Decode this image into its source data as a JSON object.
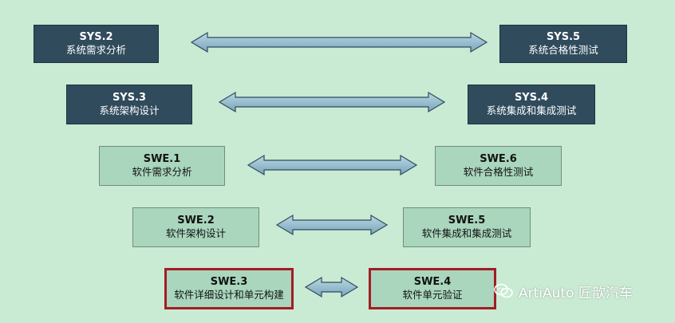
{
  "boxes": {
    "sys2": {
      "code": "SYS.2",
      "name": "系统需求分析"
    },
    "sys5": {
      "code": "SYS.5",
      "name": "系统合格性测试"
    },
    "sys3": {
      "code": "SYS.3",
      "name": "系统架构设计"
    },
    "sys4": {
      "code": "SYS.4",
      "name": "系统集成和集成测试"
    },
    "swe1": {
      "code": "SWE.1",
      "name": "软件需求分析"
    },
    "swe6": {
      "code": "SWE.6",
      "name": "软件合格性测试"
    },
    "swe2": {
      "code": "SWE.2",
      "name": "软件架构设计"
    },
    "swe5": {
      "code": "SWE.5",
      "name": "软件集成和集成测试"
    },
    "swe3": {
      "code": "SWE.3",
      "name": "软件详细设计和单元构建"
    },
    "swe4": {
      "code": "SWE.4",
      "name": "软件单元验证"
    }
  },
  "watermark": {
    "text": "ArtiAuto 匠歆汽车"
  },
  "colors": {
    "background": "#c9ead3",
    "sys_box": "#2f4b5c",
    "swe_box": "#a9d6bd",
    "highlight_border": "#a41c24",
    "arrow_fill": "#8fb8cc",
    "arrow_stroke": "#2f4b5c"
  }
}
